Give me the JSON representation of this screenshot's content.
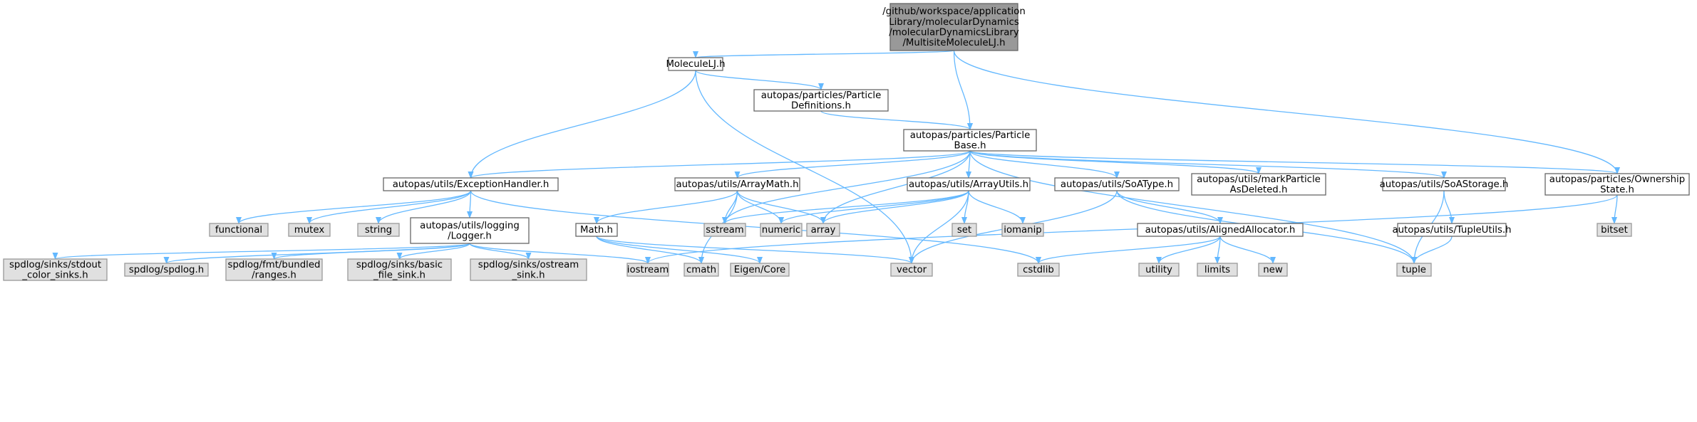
{
  "colors": {
    "root_fill": "#999999",
    "root_stroke": "#666666",
    "local_fill": "#ffffff",
    "local_stroke": "#666666",
    "external_fill": "#e0e0e0",
    "external_stroke": "#999999",
    "edge": "#63b8ff"
  },
  "nodes": [
    {
      "id": "multisite",
      "kind": "root",
      "lines": [
        "/github/workspace/application",
        "Library/molecularDynamics",
        "/molecularDynamicsLibrary",
        "/MultisiteMoleculeLJ.h"
      ]
    },
    {
      "id": "moleculelj",
      "kind": "local",
      "lines": [
        "MoleculeLJ.h"
      ]
    },
    {
      "id": "particledefs",
      "kind": "local",
      "lines": [
        "autopas/particles/Particle",
        "Definitions.h"
      ]
    },
    {
      "id": "particlebase",
      "kind": "local",
      "lines": [
        "autopas/particles/Particle",
        "Base.h"
      ]
    },
    {
      "id": "exceptionhandler",
      "kind": "local",
      "lines": [
        "autopas/utils/ExceptionHandler.h"
      ]
    },
    {
      "id": "arraymath",
      "kind": "local",
      "lines": [
        "autopas/utils/ArrayMath.h"
      ]
    },
    {
      "id": "arrayutils",
      "kind": "local",
      "lines": [
        "autopas/utils/ArrayUtils.h"
      ]
    },
    {
      "id": "soatype",
      "kind": "local",
      "lines": [
        "autopas/utils/SoAType.h"
      ]
    },
    {
      "id": "markparticle",
      "kind": "local",
      "lines": [
        "autopas/utils/markParticle",
        "AsDeleted.h"
      ]
    },
    {
      "id": "soastorage",
      "kind": "local",
      "lines": [
        "autopas/utils/SoAStorage.h"
      ]
    },
    {
      "id": "ownershipstate",
      "kind": "local",
      "lines": [
        "autopas/particles/Ownership",
        "State.h"
      ]
    },
    {
      "id": "logger",
      "kind": "local",
      "lines": [
        "autopas/utils/logging",
        "/Logger.h"
      ]
    },
    {
      "id": "mathh",
      "kind": "local",
      "lines": [
        "Math.h"
      ]
    },
    {
      "id": "alignedallocator",
      "kind": "local",
      "lines": [
        "autopas/utils/AlignedAllocator.h"
      ]
    },
    {
      "id": "tupleutils",
      "kind": "local",
      "lines": [
        "autopas/utils/TupleUtils.h"
      ]
    },
    {
      "id": "functional",
      "kind": "external",
      "lines": [
        "functional"
      ]
    },
    {
      "id": "mutex",
      "kind": "external",
      "lines": [
        "mutex"
      ]
    },
    {
      "id": "string",
      "kind": "external",
      "lines": [
        "string"
      ]
    },
    {
      "id": "sstream",
      "kind": "external",
      "lines": [
        "sstream"
      ]
    },
    {
      "id": "numeric",
      "kind": "external",
      "lines": [
        "numeric"
      ]
    },
    {
      "id": "array",
      "kind": "external",
      "lines": [
        "array"
      ]
    },
    {
      "id": "set",
      "kind": "external",
      "lines": [
        "set"
      ]
    },
    {
      "id": "iomanip",
      "kind": "external",
      "lines": [
        "iomanip"
      ]
    },
    {
      "id": "bitset",
      "kind": "external",
      "lines": [
        "bitset"
      ]
    },
    {
      "id": "stdoutsinks",
      "kind": "external",
      "lines": [
        "spdlog/sinks/stdout",
        "_color_sinks.h"
      ]
    },
    {
      "id": "spdlog",
      "kind": "external",
      "lines": [
        "spdlog/spdlog.h"
      ]
    },
    {
      "id": "ranges",
      "kind": "external",
      "lines": [
        "spdlog/fmt/bundled",
        "/ranges.h"
      ]
    },
    {
      "id": "basicfilesink",
      "kind": "external",
      "lines": [
        "spdlog/sinks/basic",
        "_file_sink.h"
      ]
    },
    {
      "id": "ostreamsink",
      "kind": "external",
      "lines": [
        "spdlog/sinks/ostream",
        "_sink.h"
      ]
    },
    {
      "id": "iostream",
      "kind": "external",
      "lines": [
        "iostream"
      ]
    },
    {
      "id": "cmath",
      "kind": "external",
      "lines": [
        "cmath"
      ]
    },
    {
      "id": "eigencore",
      "kind": "external",
      "lines": [
        "Eigen/Core"
      ]
    },
    {
      "id": "vector",
      "kind": "external",
      "lines": [
        "vector"
      ]
    },
    {
      "id": "cstdlib",
      "kind": "external",
      "lines": [
        "cstdlib"
      ]
    },
    {
      "id": "utility",
      "kind": "external",
      "lines": [
        "utility"
      ]
    },
    {
      "id": "limits",
      "kind": "external",
      "lines": [
        "limits"
      ]
    },
    {
      "id": "new",
      "kind": "external",
      "lines": [
        "new"
      ]
    },
    {
      "id": "tuple",
      "kind": "external",
      "lines": [
        "tuple"
      ]
    }
  ],
  "edges": [
    [
      "multisite",
      "moleculelj"
    ],
    [
      "multisite",
      "particlebase"
    ],
    [
      "multisite",
      "ownershipstate"
    ],
    [
      "moleculelj",
      "exceptionhandler"
    ],
    [
      "moleculelj",
      "particledefs"
    ],
    [
      "moleculelj",
      "vector"
    ],
    [
      "particledefs",
      "particlebase"
    ],
    [
      "particlebase",
      "exceptionhandler"
    ],
    [
      "particlebase",
      "arraymath"
    ],
    [
      "particlebase",
      "arrayutils"
    ],
    [
      "particlebase",
      "soatype"
    ],
    [
      "particlebase",
      "markparticle"
    ],
    [
      "particlebase",
      "soastorage"
    ],
    [
      "particlebase",
      "ownershipstate"
    ],
    [
      "particlebase",
      "sstream"
    ],
    [
      "particlebase",
      "array"
    ],
    [
      "particlebase",
      "tuple"
    ],
    [
      "exceptionhandler",
      "functional"
    ],
    [
      "exceptionhandler",
      "mutex"
    ],
    [
      "exceptionhandler",
      "string"
    ],
    [
      "exceptionhandler",
      "logger"
    ],
    [
      "exceptionhandler",
      "cstdlib"
    ],
    [
      "logger",
      "stdoutsinks"
    ],
    [
      "logger",
      "spdlog"
    ],
    [
      "logger",
      "ranges"
    ],
    [
      "logger",
      "basicfilesink"
    ],
    [
      "logger",
      "ostreamsink"
    ],
    [
      "logger",
      "iostream"
    ],
    [
      "arraymath",
      "mathh"
    ],
    [
      "arraymath",
      "sstream"
    ],
    [
      "arraymath",
      "numeric"
    ],
    [
      "arraymath",
      "array"
    ],
    [
      "arraymath",
      "cmath"
    ],
    [
      "mathh",
      "cmath"
    ],
    [
      "mathh",
      "eigencore"
    ],
    [
      "mathh",
      "vector"
    ],
    [
      "arrayutils",
      "sstream"
    ],
    [
      "arrayutils",
      "numeric"
    ],
    [
      "arrayutils",
      "array"
    ],
    [
      "arrayutils",
      "set"
    ],
    [
      "arrayutils",
      "iomanip"
    ],
    [
      "arrayutils",
      "vector"
    ],
    [
      "soatype",
      "alignedallocator"
    ],
    [
      "soatype",
      "tuple"
    ],
    [
      "soatype",
      "vector"
    ],
    [
      "alignedallocator",
      "cstdlib"
    ],
    [
      "alignedallocator",
      "utility"
    ],
    [
      "alignedallocator",
      "limits"
    ],
    [
      "alignedallocator",
      "new"
    ],
    [
      "soastorage",
      "tupleutils"
    ],
    [
      "soastorage",
      "tuple"
    ],
    [
      "tupleutils",
      "tuple"
    ],
    [
      "ownershipstate",
      "bitset"
    ],
    [
      "ownershipstate",
      "iostream"
    ]
  ]
}
